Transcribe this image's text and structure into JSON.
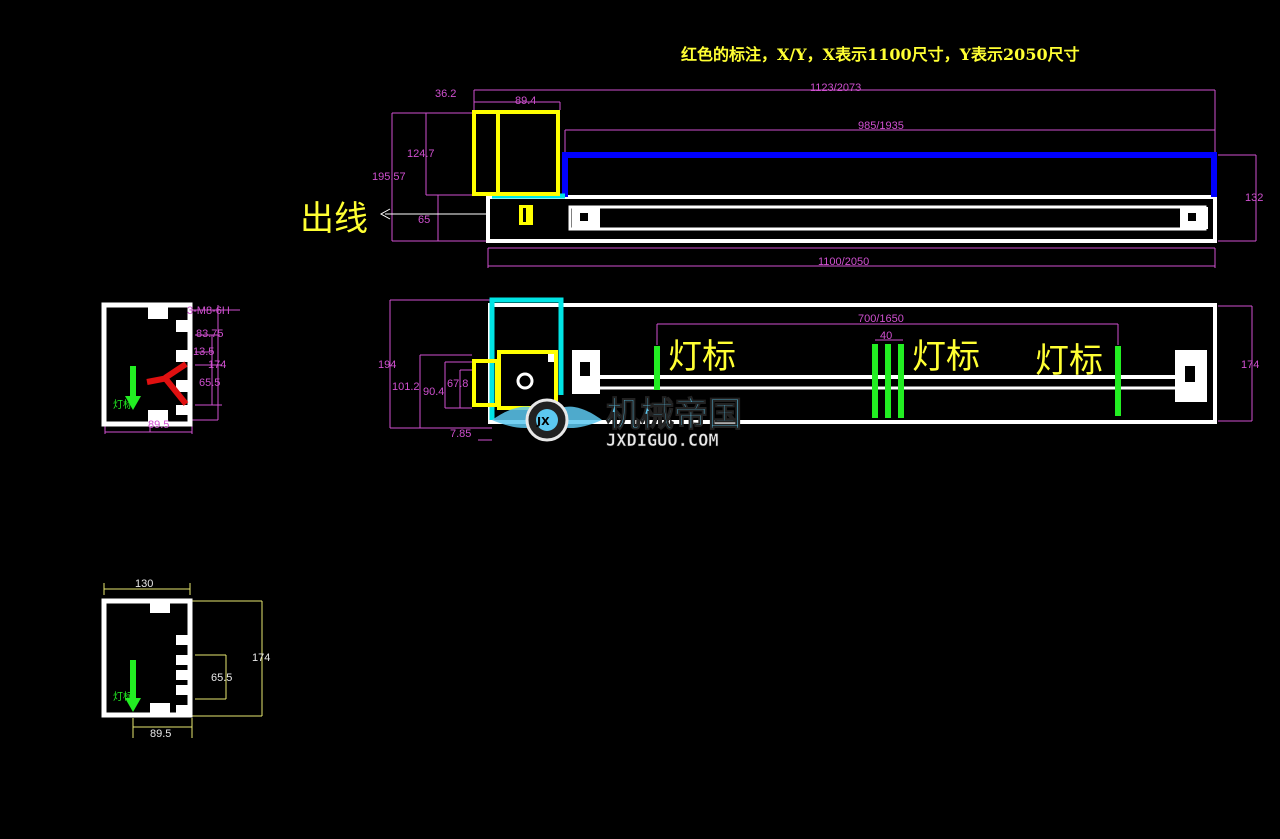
{
  "header": {
    "note": "红色的标注，X/Y，X表示1100尺寸，Y表示2050尺寸"
  },
  "labels": {
    "outlet": "出线",
    "light_mark": "灯标"
  },
  "top_view": {
    "d_36_2": "36.2",
    "d_89_4": "89.4",
    "d_1123": "1123/2073",
    "d_985": "985/1935",
    "d_124_7": "124.7",
    "d_195_57": "195.57",
    "d_65": "65",
    "d_132": "132",
    "d_1100": "1100/2050"
  },
  "front_view": {
    "d_194": "194",
    "d_101_2": "101.2",
    "d_90_4": "90.4",
    "d_67_8": "67.8",
    "d_7_85": "7.85",
    "d_700": "700/1650",
    "d_40": "40",
    "d_174": "174"
  },
  "section_1": {
    "thread": "3-M8-6H",
    "d_83_75": "83.75",
    "d_13_5": "13.5",
    "d_174": "174",
    "d_65_5": "65.5",
    "d_89_5": "89.5",
    "light": "灯标"
  },
  "section_2": {
    "d_130": "130",
    "d_174": "174",
    "d_65_5": "65.5",
    "d_89_5": "89.5",
    "light": "灯标"
  },
  "watermark": {
    "cn": "机械帝国",
    "en": "JXDIGUO.COM",
    "badge": "JX"
  },
  "colors": {
    "dimension": "#d050d0",
    "frame": "#ffffff",
    "motor": "#ffff00",
    "cover": "#0000ff",
    "base": "#00e5e5",
    "light": "#22ee22",
    "marker": "#e01010"
  }
}
